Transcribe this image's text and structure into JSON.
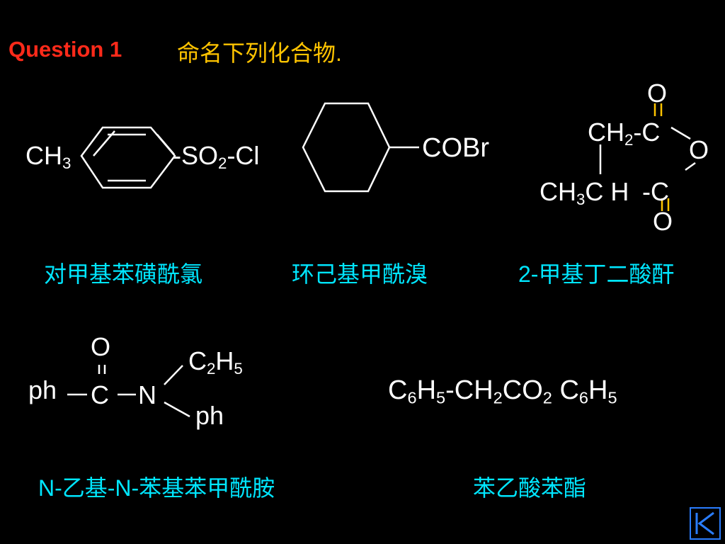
{
  "slide": {
    "question_label": "Question  1",
    "question_text": "命名下列化合物."
  },
  "compounds": {
    "c1": {
      "left": "CH",
      "left_sub": "3",
      "right_prefix": "-SO",
      "right_sub": "2",
      "right_suffix": "-Cl",
      "name": "对甲基苯磺酰氯"
    },
    "c2": {
      "group": "COBr",
      "name": "环己基甲酰溴"
    },
    "c3": {
      "o_top": "O",
      "ch2": "CH",
      "ch2_sub": "2",
      "c_top": "-C",
      "o_ring": "O",
      "ch3": "CH",
      "ch3_sub": "3",
      "c_h": "C H",
      "c_bottom": "-C",
      "o_bottom": "O",
      "name": "2-甲基丁二酸酐"
    },
    "c4": {
      "o": "O",
      "ph_left": "ph",
      "c": "C",
      "n": "N",
      "ethyl": "C",
      "ethyl_sub1": "2",
      "ethyl_h": "H",
      "ethyl_sub2": "5",
      "ph_right": "ph",
      "name": "N-乙基-N-苯基苯甲酰胺"
    },
    "c5": {
      "p1": "C",
      "s1": "6",
      "p2": "H",
      "s2": "5",
      "p3": "-CH",
      "s3": "2",
      "p4": "CO",
      "s4": "2",
      "p5": " C",
      "s5": "6",
      "p6": "H",
      "s6": "5",
      "name": "苯乙酸苯酯"
    }
  },
  "colors": {
    "background": "#000000",
    "question_label": "#ff2a1a",
    "question_text": "#ffc400",
    "names": "#00e6ff",
    "carbonyl_bond": "#ffc400",
    "nav_border": "#2a7dff"
  },
  "icons": {
    "nav": "first-slide-icon"
  }
}
